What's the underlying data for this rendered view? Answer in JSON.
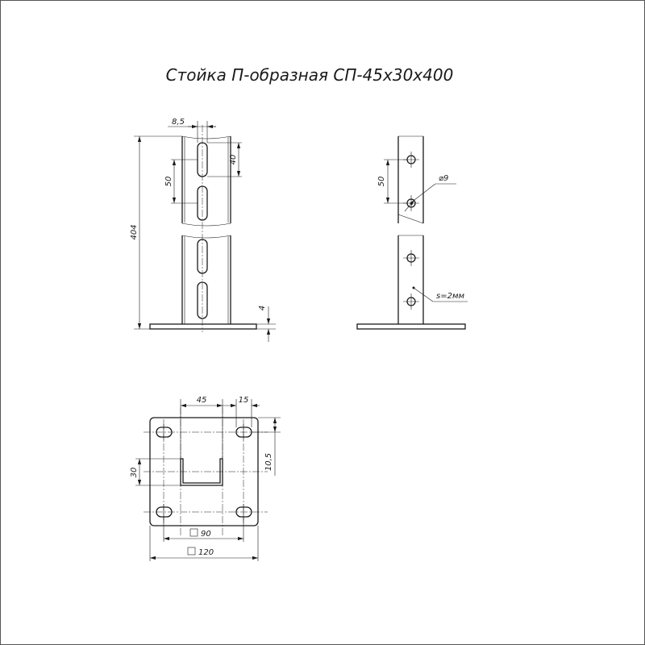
{
  "title": "Стойка П-образная СП-45х30х400",
  "front_view": {
    "dim_width": "8,5",
    "dim_slot_length": "40",
    "dim_slot_pitch": "50",
    "dim_height": "404",
    "dim_base_thickness": "4"
  },
  "side_view": {
    "dim_hole_pitch": "50",
    "dim_hole_diameter": "⌀9",
    "thickness_note": "s=2мм"
  },
  "base_view": {
    "dim_channel_width": "45",
    "dim_channel_depth": "15",
    "dim_channel_height": "30",
    "dim_hole_offset": "10,5",
    "dim_inner_square": "90",
    "dim_outer_square": "120"
  }
}
